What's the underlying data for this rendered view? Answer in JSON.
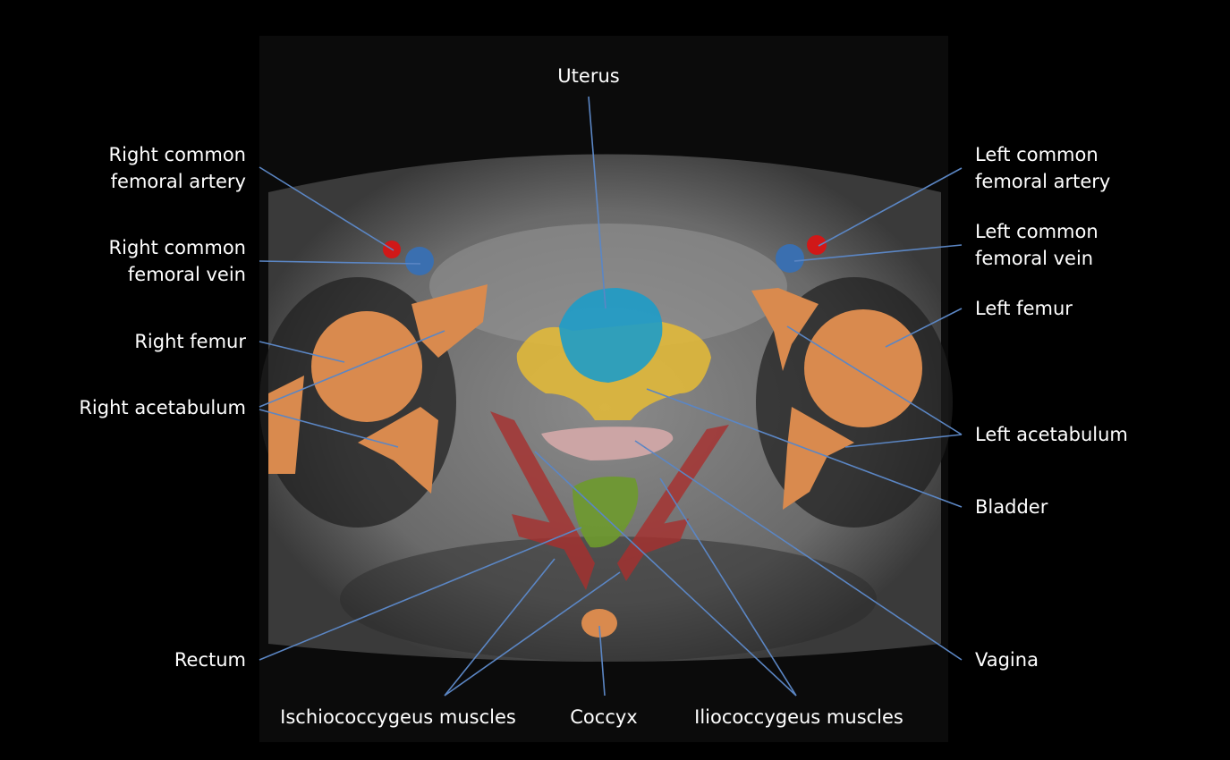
{
  "labels": {
    "uterus": "Uterus",
    "right_cfa_1": "Right common",
    "right_cfa_2": "femoral artery",
    "right_cfv_1": "Right common",
    "right_cfv_2": "femoral vein",
    "right_femur": "Right femur",
    "right_acetabulum": "Right acetabulum",
    "rectum": "Rectum",
    "ischiococcygeus": "Ischiococcygeus muscles",
    "coccyx": "Coccyx",
    "iliococcygeus": "Iliococcygeus muscles",
    "vagina": "Vagina",
    "bladder": "Bladder",
    "left_acetabulum": "Left acetabulum",
    "left_femur": "Left femur",
    "left_cfv_1": "Left common",
    "left_cfv_2": "femoral vein",
    "left_cfa_1": "Left common",
    "left_cfa_2": "femoral artery"
  },
  "colors": {
    "leader": "#5b86c4",
    "bone": "#d98a4e",
    "uterus": "#1e9cc8",
    "bladder": "#e0b83a",
    "vagina": "#d4a8a8",
    "rectum": "#6e9a2e",
    "muscle": "#a8302e",
    "artery": "#d01818",
    "vein": "#3a6fb0"
  }
}
